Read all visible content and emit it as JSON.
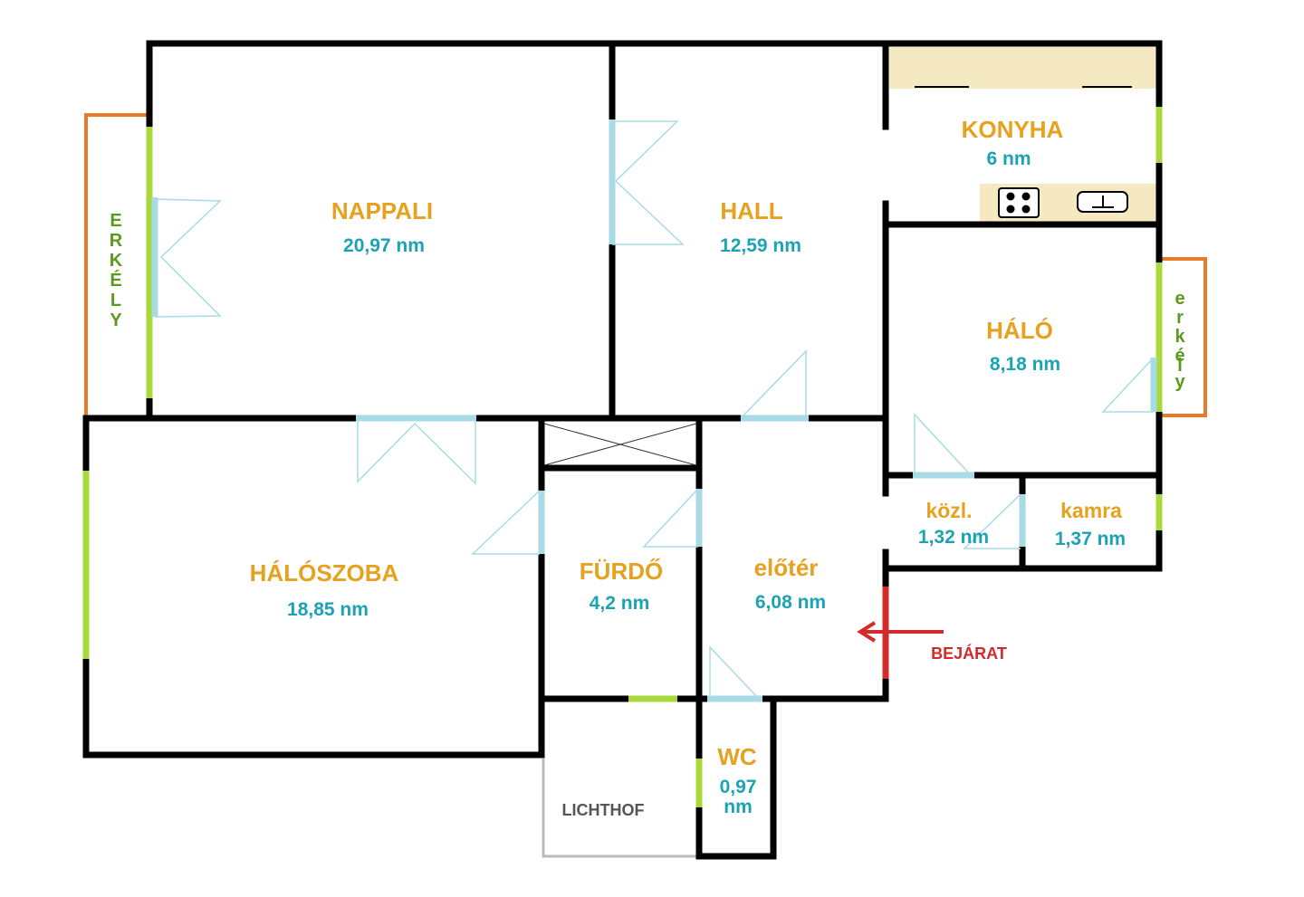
{
  "colors": {
    "wall": "#000000",
    "room_name": "#e6a11f",
    "room_area": "#1ba3b5",
    "window": "#a8d83a",
    "door": "#a9dbe6",
    "balcony": "#e87a2a",
    "balcony_text": "#5c9a1e",
    "entrance": "#d42a2a",
    "kitchen_counter": "#f4e9c0",
    "lichthof_text": "#555555"
  },
  "rooms": {
    "nappali": {
      "name": "NAPPALI",
      "area": "20,97 nm"
    },
    "hall": {
      "name": "HALL",
      "area": "12,59 nm"
    },
    "konyha": {
      "name": "KONYHA",
      "area": "6 nm"
    },
    "halo": {
      "name": "HÁLÓ",
      "area": "8,18 nm"
    },
    "haloszoba": {
      "name": "HÁLÓSZOBA",
      "area": "18,85 nm"
    },
    "furdo": {
      "name": "FÜRDŐ",
      "area": "4,2 nm"
    },
    "eloter": {
      "name": "előtér",
      "area": "6,08 nm"
    },
    "kozl": {
      "name": "közl.",
      "area": "1,32 nm"
    },
    "kamra": {
      "name": "kamra",
      "area": "1,37 nm"
    },
    "wc": {
      "name": "WC",
      "area_line1": "0,97",
      "area_line2": "nm"
    }
  },
  "balcony_left": {
    "letters": [
      "E",
      "R",
      "K",
      "É",
      "L",
      "Y"
    ]
  },
  "balcony_right": {
    "letters": [
      "e",
      "r",
      "k",
      "é",
      "l",
      "y"
    ]
  },
  "lichthof": "LICHTHOF",
  "entrance": "BEJÁRAT",
  "icons": [
    "cooktop-icon",
    "sink-icon",
    "entrance-arrow-icon"
  ]
}
